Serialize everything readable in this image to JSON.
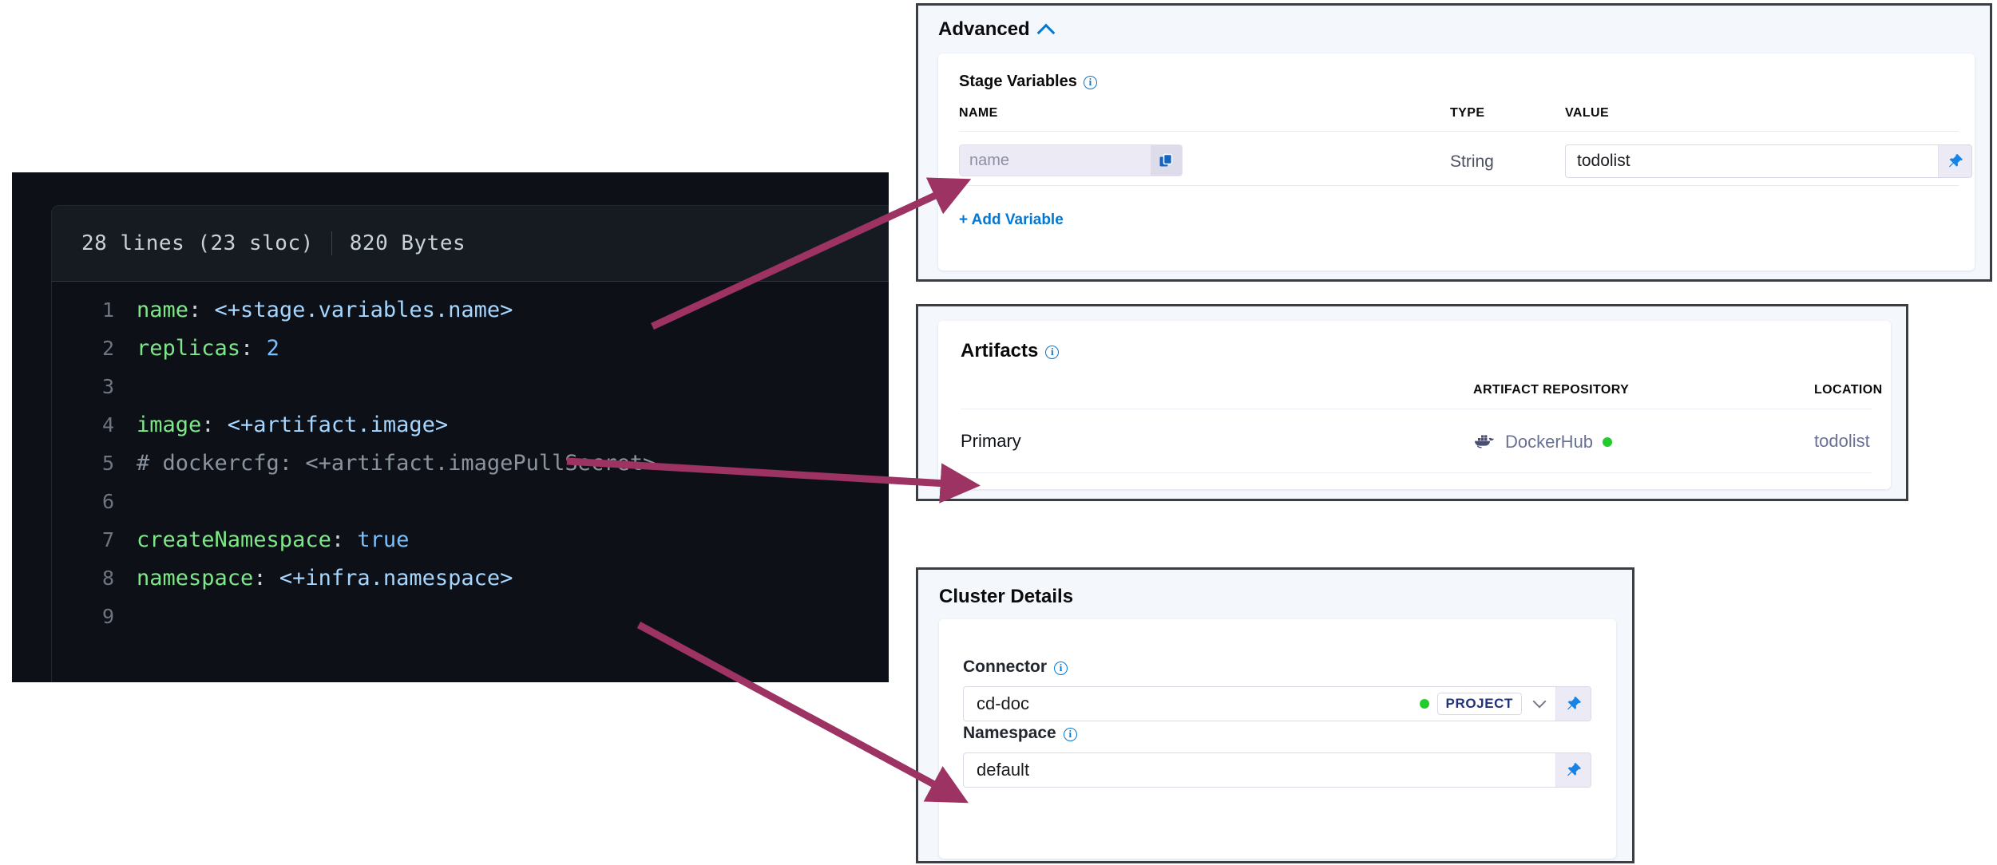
{
  "code_viewer": {
    "lines_label": "28 lines (23 sloc)",
    "size_label": "820 Bytes",
    "lines": [
      {
        "no": "1",
        "key": "name",
        "colon": ": ",
        "value": "<+stage.variables.name>",
        "kind": "expr"
      },
      {
        "no": "2",
        "key": "replicas",
        "colon": ": ",
        "value": "2",
        "kind": "num"
      },
      {
        "no": "3",
        "key": "",
        "colon": "",
        "value": "",
        "kind": "blank"
      },
      {
        "no": "4",
        "key": "image",
        "colon": ": ",
        "value": "<+artifact.image>",
        "kind": "expr"
      },
      {
        "no": "5",
        "key": "",
        "colon": "",
        "value": "# dockercfg: <+artifact.imagePullSecret>",
        "kind": "comment"
      },
      {
        "no": "6",
        "key": "",
        "colon": "",
        "value": "",
        "kind": "blank"
      },
      {
        "no": "7",
        "key": "createNamespace",
        "colon": ": ",
        "value": "true",
        "kind": "bool"
      },
      {
        "no": "8",
        "key": "namespace",
        "colon": ": ",
        "value": "<+infra.namespace>",
        "kind": "expr"
      },
      {
        "no": "9",
        "key": "",
        "colon": "",
        "value": "",
        "kind": "blank"
      }
    ]
  },
  "advanced_panel": {
    "title": "Advanced",
    "collapse_icon": "chevron-up-icon",
    "stage_variables": {
      "section_label": "Stage Variables",
      "info_icon": "info-icon",
      "columns": [
        "NAME",
        "TYPE",
        "VALUE"
      ],
      "rows": [
        {
          "name_placeholder": "name",
          "name_value": "",
          "copy_icon": "copy-icon",
          "type": "String",
          "value": "todolist",
          "pin_icon": "pin-icon",
          "edit_icon": "pencil-icon",
          "delete_icon": "trash-icon"
        }
      ],
      "add_variable_label": "+ Add Variable"
    }
  },
  "artifacts_panel": {
    "section_label": "Artifacts",
    "info_icon": "info-icon",
    "columns": [
      "",
      "ARTIFACT REPOSITORY",
      "LOCATION"
    ],
    "rows": [
      {
        "label": "Primary",
        "repository": "DockerHub",
        "repository_icon": "docker-whale-icon",
        "status_color": "#23cc2c",
        "location": "todolist"
      }
    ]
  },
  "cluster_panel": {
    "title": "Cluster Details",
    "fields": [
      {
        "label": "Connector",
        "info_icon": "info-icon",
        "value": "cd-doc",
        "status_color": "#23cc2c",
        "scope": "PROJECT",
        "dropdown_icon": "chevron-down-icon",
        "pin_icon": "pin-icon"
      },
      {
        "label": "Namespace",
        "info_icon": "info-icon",
        "value": "default",
        "pin_icon": "pin-icon"
      }
    ]
  },
  "annotations": {
    "arrow_color": "#9c3363",
    "arrows": [
      {
        "name": "arrow-to-stage-variable-name",
        "from": "code-line-1",
        "to": "stage-variable-name-field"
      },
      {
        "name": "arrow-to-artifact-primary",
        "from": "code-line-4",
        "to": "artifact-primary-row"
      },
      {
        "name": "arrow-to-namespace-field",
        "from": "code-line-8",
        "to": "cluster-namespace-field"
      }
    ]
  },
  "theme": {
    "accent_blue": "#0278d5",
    "code_bg": "#0d1117",
    "panel_bg": "#f4f8fd",
    "panel_border": "#3b3f44"
  }
}
